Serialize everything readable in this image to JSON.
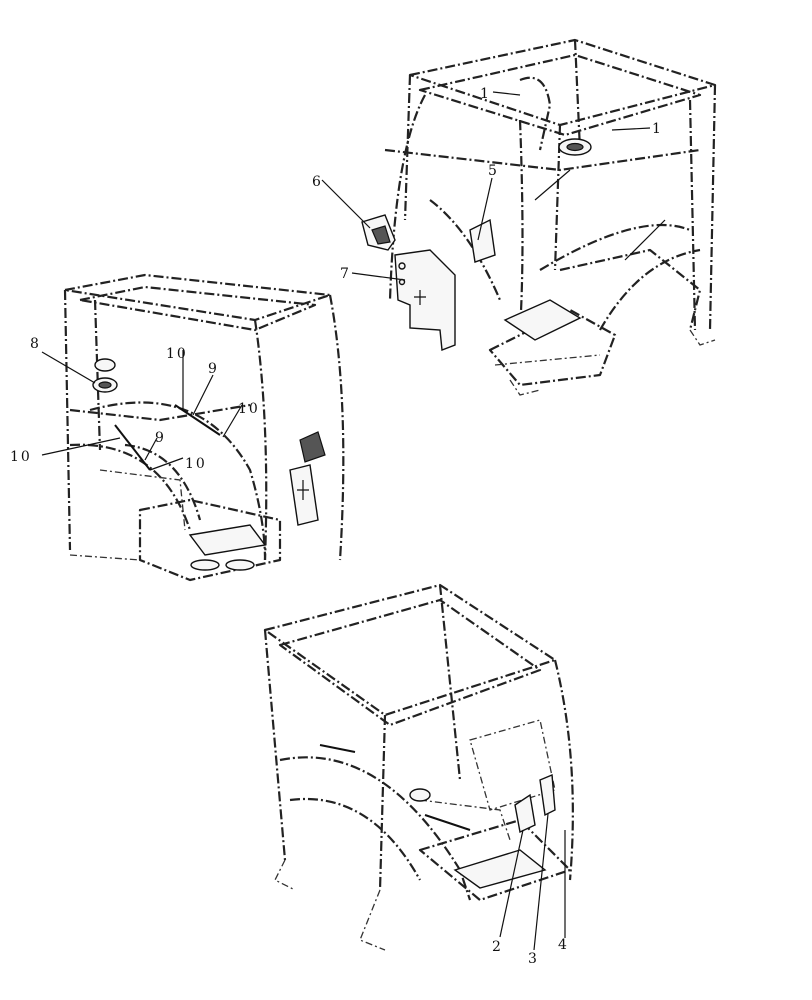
{
  "callouts": {
    "c1a": "1",
    "c1b": "1",
    "c2": "2",
    "c3": "3",
    "c4": "4",
    "c5": "5",
    "c6": "6",
    "c7": "7",
    "c8": "8",
    "c9a": "9",
    "c9b": "9",
    "c10a": "10",
    "c10b": "10",
    "c10c": "10",
    "c10d": "10"
  }
}
